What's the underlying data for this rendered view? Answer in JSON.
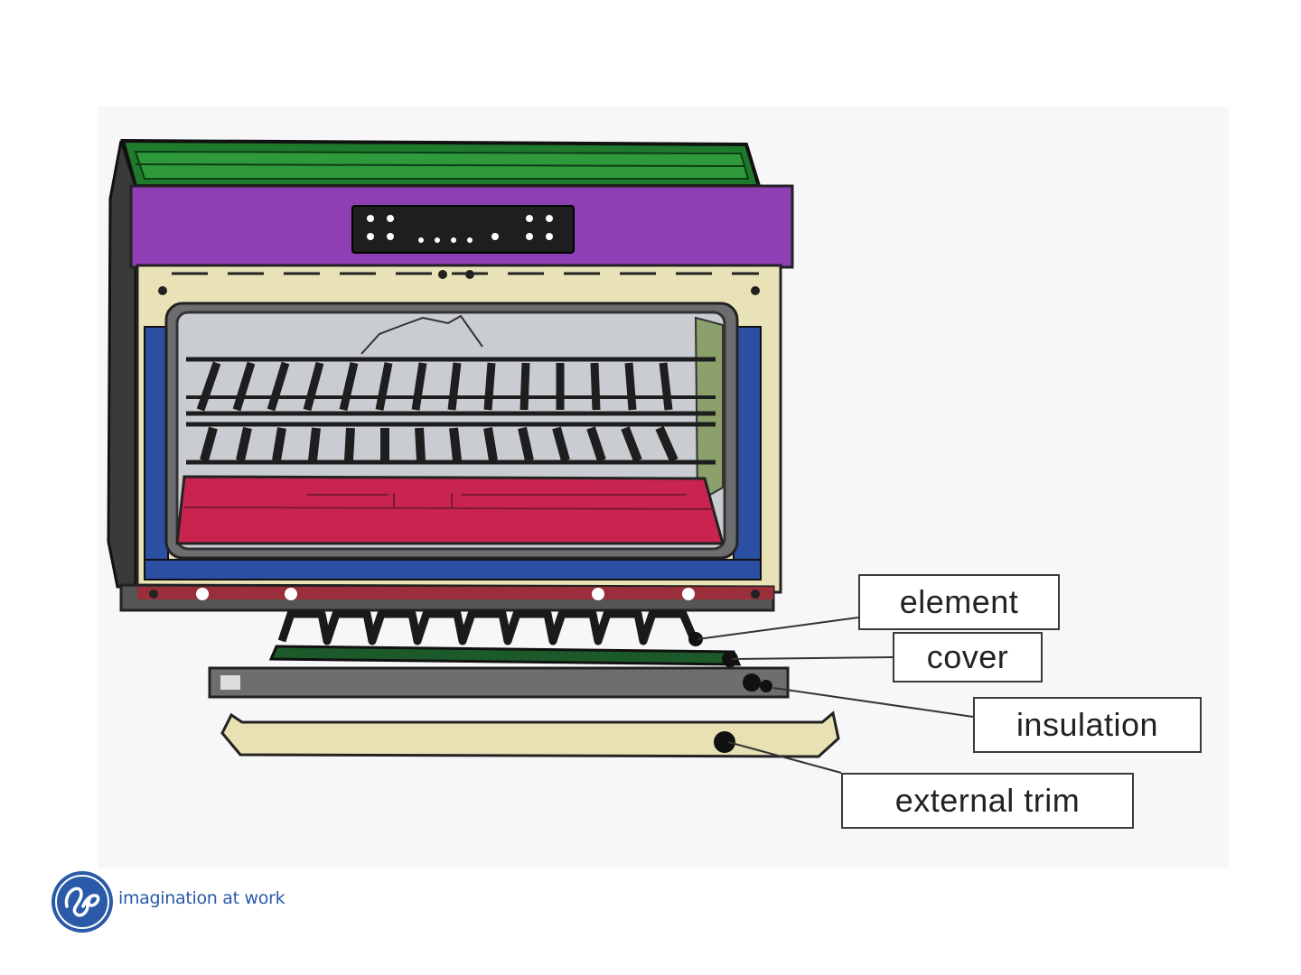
{
  "diagram": {
    "callouts": [
      {
        "id": "element",
        "label": "element"
      },
      {
        "id": "cover",
        "label": "cover"
      },
      {
        "id": "insulation",
        "label": "insulation"
      },
      {
        "id": "external_trim",
        "label": "external trim"
      }
    ],
    "parts": [
      "oven-top-green",
      "control-panel-purple",
      "oven-cavity",
      "oven-racks",
      "cavity-floor-red",
      "bake-element",
      "element-cover",
      "insulation",
      "external-trim"
    ],
    "colors": {
      "top": "#1f7a2e",
      "control_panel": "#8e3fb3",
      "frame": "#e9e2b6",
      "side_blue": "#2b4fa3",
      "cavity": "#c9ccd1",
      "floor": "#c8244f",
      "trim": "#e7e1b3",
      "insulation": "#6e6e6e",
      "cover": "#1d5a2a"
    }
  },
  "footer": {
    "logo_icon": "ge-monogram-icon",
    "tagline": "imagination at work",
    "brand_color": "#2a5aa8"
  }
}
